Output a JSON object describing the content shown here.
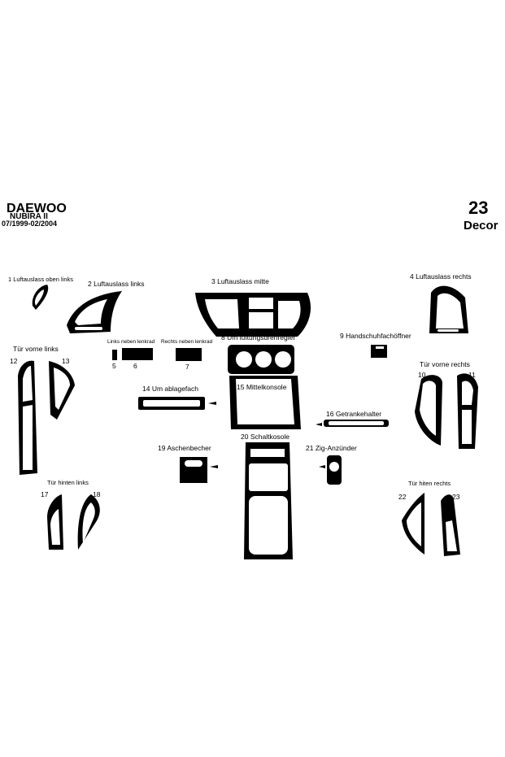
{
  "header": {
    "brand": "DAEWOO",
    "model": "NUBIRA II",
    "years": "07/1999-02/2004",
    "set_number": "23",
    "set_name": "Decor"
  },
  "labels": {
    "p1": "1 Luftauslass oben links",
    "p2": "2 Luftauslass links",
    "p3": "3 Luftauslass mitte",
    "p4": "4 Luftauslass rechts",
    "links_neben_lenkrad": "Links neben lenkrad",
    "rechts_neben_lenkrad": "Rechts neben lenkrad",
    "n5": "5",
    "n6": "6",
    "n7": "7",
    "p8": "8 Um lüftungsdrehregler",
    "p9": "9 Handschuhfachöffner",
    "tur_vorne_links": "Tür vorne links",
    "n12": "12",
    "n13": "13",
    "tur_vorne_rechts": "Tür vorne rechts",
    "n10": "10",
    "n11": "11",
    "p14": "14 Um ablagefach",
    "p15": "15 Mittelkonsole",
    "p16": "16 Getrankehalter",
    "p19": "19 Aschenbecher",
    "p20": "20 Schaltkosole",
    "p21": "21 Zig-Anzünder",
    "tur_hinten_links": "Tür hinten links",
    "n17": "17",
    "n18": "18",
    "tur_hiten_rechts": "Tür hiten rechts",
    "n22": "22",
    "n23": "23"
  }
}
